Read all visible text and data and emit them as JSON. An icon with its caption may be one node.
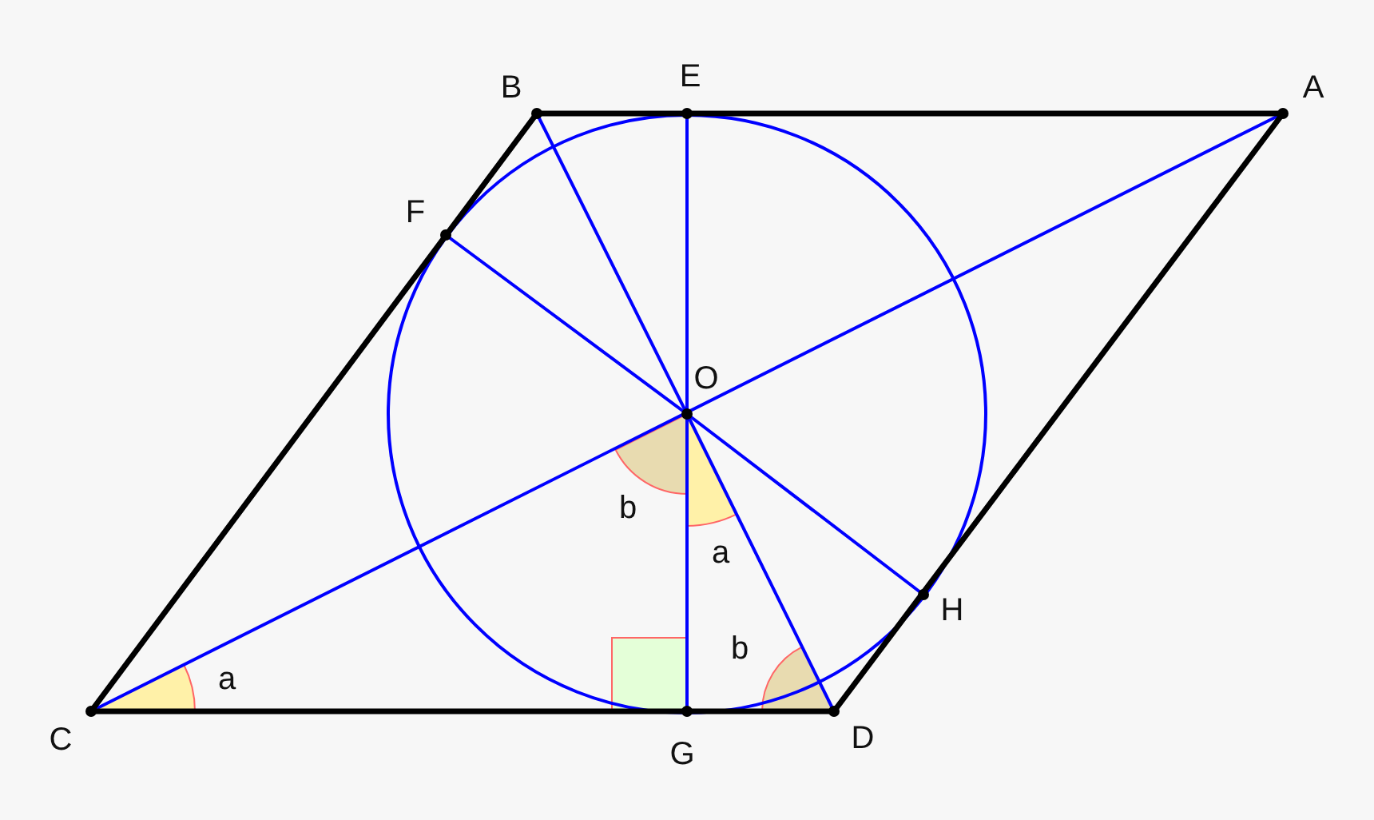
{
  "diagram": {
    "labels": [
      "E",
      "B",
      "A",
      "F",
      "O",
      "b",
      "a",
      "H",
      "b",
      "a",
      "C",
      "D",
      "G"
    ]
  }
}
